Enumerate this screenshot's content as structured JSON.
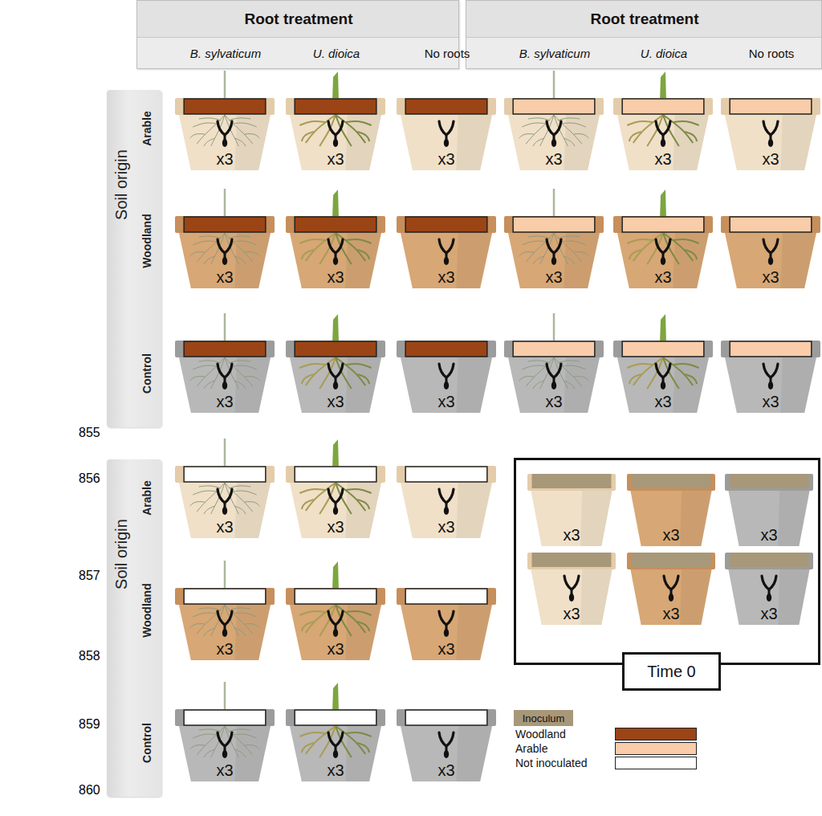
{
  "diagram": {
    "nodes": [
      {
        "text": [
          "Root treatment",
          "B. sylvaticum",
          "U. dioica",
          "No roots"
        ]
      },
      {
        "text": [
          "Root treatment",
          "B. sylvaticum",
          "U. dioica",
          "No roots"
        ]
      },
      {
        "text": [
          "Soil origin",
          "Arable",
          "Woodland",
          "Control"
        ]
      },
      {
        "text": [
          "x3"
        ]
      },
      {
        "text": [
          "x3"
        ]
      },
      {
        "text": [
          "x3"
        ]
      },
      {
        "text": [
          "x3"
        ]
      },
      {
        "text": [
          "x3"
        ]
      },
      {
        "text": [
          "x3"
        ]
      },
      {
        "text": [
          "x3"
        ]
      },
      {
        "text": [
          "x3"
        ]
      },
      {
        "text": [
          "x3"
        ]
      },
      {
        "text": [
          "x3"
        ]
      },
      {
        "text": [
          "x3"
        ]
      },
      {
        "text": [
          "x3"
        ]
      },
      {
        "text": [
          "x3"
        ]
      },
      {
        "text": [
          "x3"
        ]
      },
      {
        "text": [
          "x3"
        ]
      },
      {
        "text": [
          "x3"
        ]
      },
      {
        "text": [
          "x3"
        ]
      },
      {
        "text": [
          "x3"
        ]
      },
      {
        "text": [
          "Soil origin",
          "Arable",
          "Woodland",
          "Control"
        ]
      },
      {
        "text": [
          "x3"
        ]
      },
      {
        "text": [
          "x3"
        ]
      },
      {
        "text": [
          "x3"
        ]
      },
      {
        "text": [
          "Time 0"
        ]
      },
      {
        "text": [
          "x3"
        ],
        "in": 25
      },
      {
        "text": [
          "x3"
        ],
        "in": 25
      },
      {
        "text": [
          "x3"
        ],
        "in": 25
      },
      {
        "text": [
          "x3"
        ],
        "in": 25
      },
      {
        "text": [
          "x3"
        ],
        "in": 25
      },
      {
        "text": [
          "x3"
        ],
        "in": 25
      },
      {
        "text": [
          "x3"
        ]
      },
      {
        "text": [
          "x3"
        ]
      },
      {
        "text": [
          "x3"
        ]
      },
      {
        "text": [
          "x3"
        ]
      },
      {
        "text": [
          "x3"
        ]
      },
      {
        "text": [
          "x3"
        ]
      },
      {
        "text": [
          "Inoculum"
        ]
      }
    ],
    "labels": [
      "855",
      "856",
      "857",
      "858",
      "859",
      "860"
    ],
    "legend": [
      {
        "text": "Woodland",
        "color": "#9B4416"
      },
      {
        "text": "Arable",
        "color": "#F9CCAA"
      },
      {
        "text": "Not inoculated",
        "color": "#FFFFFF"
      }
    ]
  }
}
